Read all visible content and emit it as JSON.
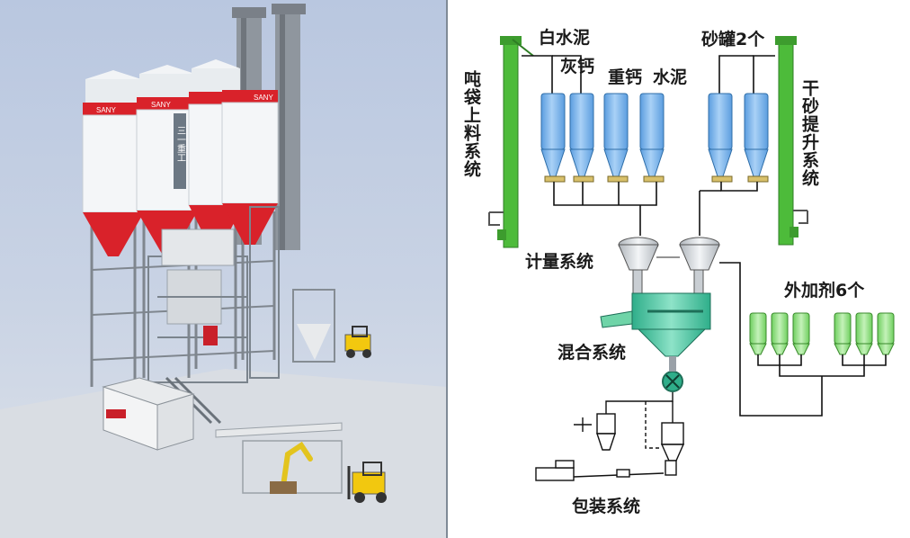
{
  "render": {
    "brand_text": "SANY",
    "tower_text": "三一重工"
  },
  "diagram": {
    "labels": {
      "white_cement": "白水泥",
      "lime": "灰钙",
      "heavy_calcium": "重钙",
      "cement": "水泥",
      "sand_tanks": "砂罐2个",
      "ton_bag_feeding": "吨袋上料系统",
      "dry_sand_lifting": "干砂提升系统",
      "metering": "计量系统",
      "additives": "外加剂6个",
      "mixing": "混合系统",
      "packaging": "包装系统"
    }
  },
  "colors": {
    "silo_fill": "#7eb6ec",
    "frame_green": "#4dbb3a",
    "additive_fill": "#9ee28e",
    "mixer_fill": "#4fc9a6",
    "silo_band_red": "#d9222a"
  }
}
